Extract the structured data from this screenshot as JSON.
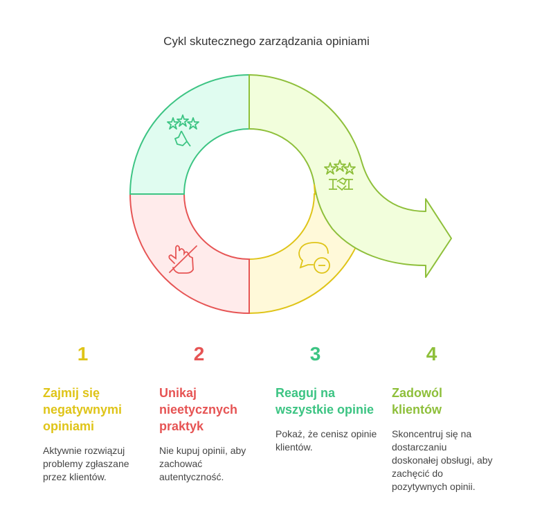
{
  "title": "Cykl skutecznego zarządzania opiniami",
  "colors": {
    "yellow": "#dfc418",
    "red": "#e65454",
    "green": "#3cc483",
    "lime": "#8ebf3a"
  },
  "steps": [
    {
      "number": "1",
      "heading": "Zajmij się negatywnymi opiniami",
      "description": "Aktywnie rozwiązuj problemy zgłaszane przez klientów.",
      "icon": "speech-bubble-minus-icon"
    },
    {
      "number": "2",
      "heading": "Unikaj nieetycznych praktyk",
      "description": "Nie kupuj opinii, aby zachować autentyczność.",
      "icon": "hand-slash-icon"
    },
    {
      "number": "3",
      "heading": "Reaguj na wszystkie opinie",
      "description": "Pokaż, że cenisz opinie klientów.",
      "icon": "stars-hand-icon"
    },
    {
      "number": "4",
      "heading": "Zadowól klientów",
      "description": "Skoncentruj się na dostarczaniu doskonałej obsługi, aby zachęcić do pozytywnych opinii.",
      "icon": "stars-handshake-icon"
    }
  ]
}
